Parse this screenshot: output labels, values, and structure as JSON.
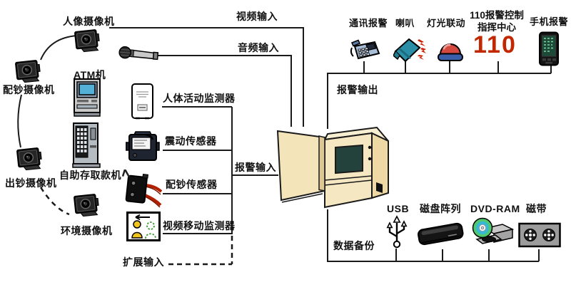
{
  "labels": {
    "face_camera": "人像摄像机",
    "cash_prep_camera": "配钞摄像机",
    "cash_out_camera": "出钞摄像机",
    "env_camera": "环境摄像机",
    "atm": "ATM机",
    "self_service_machine": "自助存取款机",
    "video_input": "视频输入",
    "audio_input": "音频输入",
    "human_activity_detector": "人体活动监测器",
    "vibration_sensor": "震动传感器",
    "cash_sensor": "配钞传感器",
    "video_motion_detector": "视频移动监测器",
    "alarm_input": "报警输入",
    "expansion_input": "扩展输入",
    "alarm_output": "报警输出",
    "comm_alarm": "通讯报警",
    "horn": "喇叭",
    "light_linkage": "灯光联动",
    "alarm_center_line1": "110报警控制",
    "alarm_center_line2": "指挥中心",
    "alarm_center_number": "110",
    "mobile_alarm": "手机报警",
    "data_backup": "数据备份",
    "usb": "USB",
    "disk_array": "磁盘阵列",
    "dvd_ram": "DVD-RAM",
    "tape": "磁带"
  },
  "icons": {
    "face_camera": "cctv-camera-icon",
    "cash_prep_camera": "cctv-camera-icon",
    "cash_out_camera": "cctv-camera-icon",
    "env_camera": "cctv-camera-icon",
    "microphone": "microphone-icon",
    "atm": "atm-machine-icon",
    "self_service_machine": "deposit-machine-icon",
    "human_activity_detector": "motion-detector-icon",
    "vibration_sensor": "vibration-sensor-icon",
    "cash_sensor": "microswitch-sensor-icon",
    "video_motion_detector": "video-motion-icon",
    "comm_alarm": "telephone-icon",
    "horn": "loudspeaker-icon",
    "light_linkage": "alarm-beacon-icon",
    "mobile_alarm": "mobile-phone-icon",
    "usb": "usb-symbol-icon",
    "disk_array": "hard-drive-icon",
    "dvd_ram": "optical-drive-icon",
    "tape": "tape-cartridge-icon",
    "control_cabinet": "control-cabinet-icon"
  },
  "colors": {
    "line": "#1a1a1a",
    "background": "#ffffff",
    "cabinet_front": "#f5e7c1",
    "cabinet_side": "#eed9a4",
    "cabinet_screen": "#24423c",
    "alarm_110_red": "#c22800",
    "beacon_red": "#d4483e",
    "beacon_base_blue": "#3a5fa8",
    "horn_teal": "#2a8fa6",
    "lightning_red": "#cc1f00",
    "person_yellow": "#f0c41b",
    "motion_green": "#3a9a30",
    "disc_green": "#4fc86e",
    "disc_cyan": "#38b8d8",
    "wire_red": "#b22000",
    "atm_screen_blue": "#55b0d8"
  }
}
